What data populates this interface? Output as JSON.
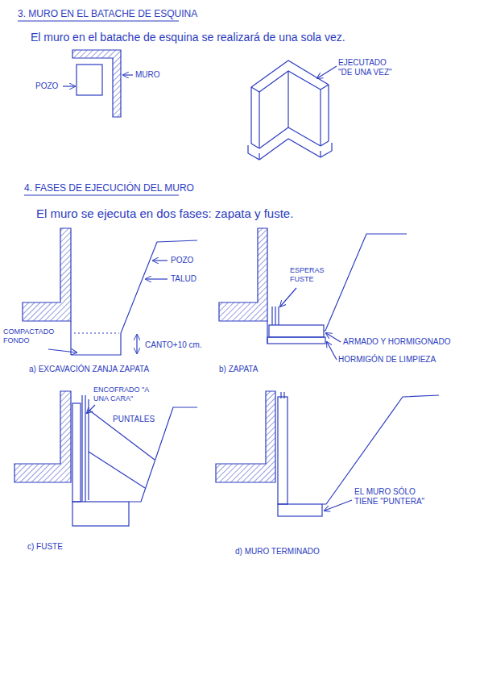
{
  "diagram": {
    "labels": [
      "3. MURO EN EL BATACHE DE ESQUINA",
      "El muro en el batache de esquina se realizará de una sola vez.",
      "MURO",
      "POZO",
      "EJECUTADO \"DE UNA VEZ\"",
      "4. FASES DE EJECUCIÓN DEL MURO",
      "El muro se ejecuta en dos fases: zapata y fuste.",
      "POZO",
      "TALUD",
      "COMPACTADO FONDO",
      "CANTO+10 cm.",
      "a) EXCAVACIÓN ZANJA ZAPATA",
      "ESPERAS FUSTE",
      "ARMADO Y HORMIGONADO",
      "HORMIGÓN DE LIMPIEZA",
      "b) ZAPATA",
      "ENCOFRADO \"A UNA CARA\"",
      "PUNTALES",
      "c) FUSTE",
      "EL MURO SÓLO TIENE \"PUNTERA\"",
      "d) MURO TERMINADO"
    ]
  }
}
